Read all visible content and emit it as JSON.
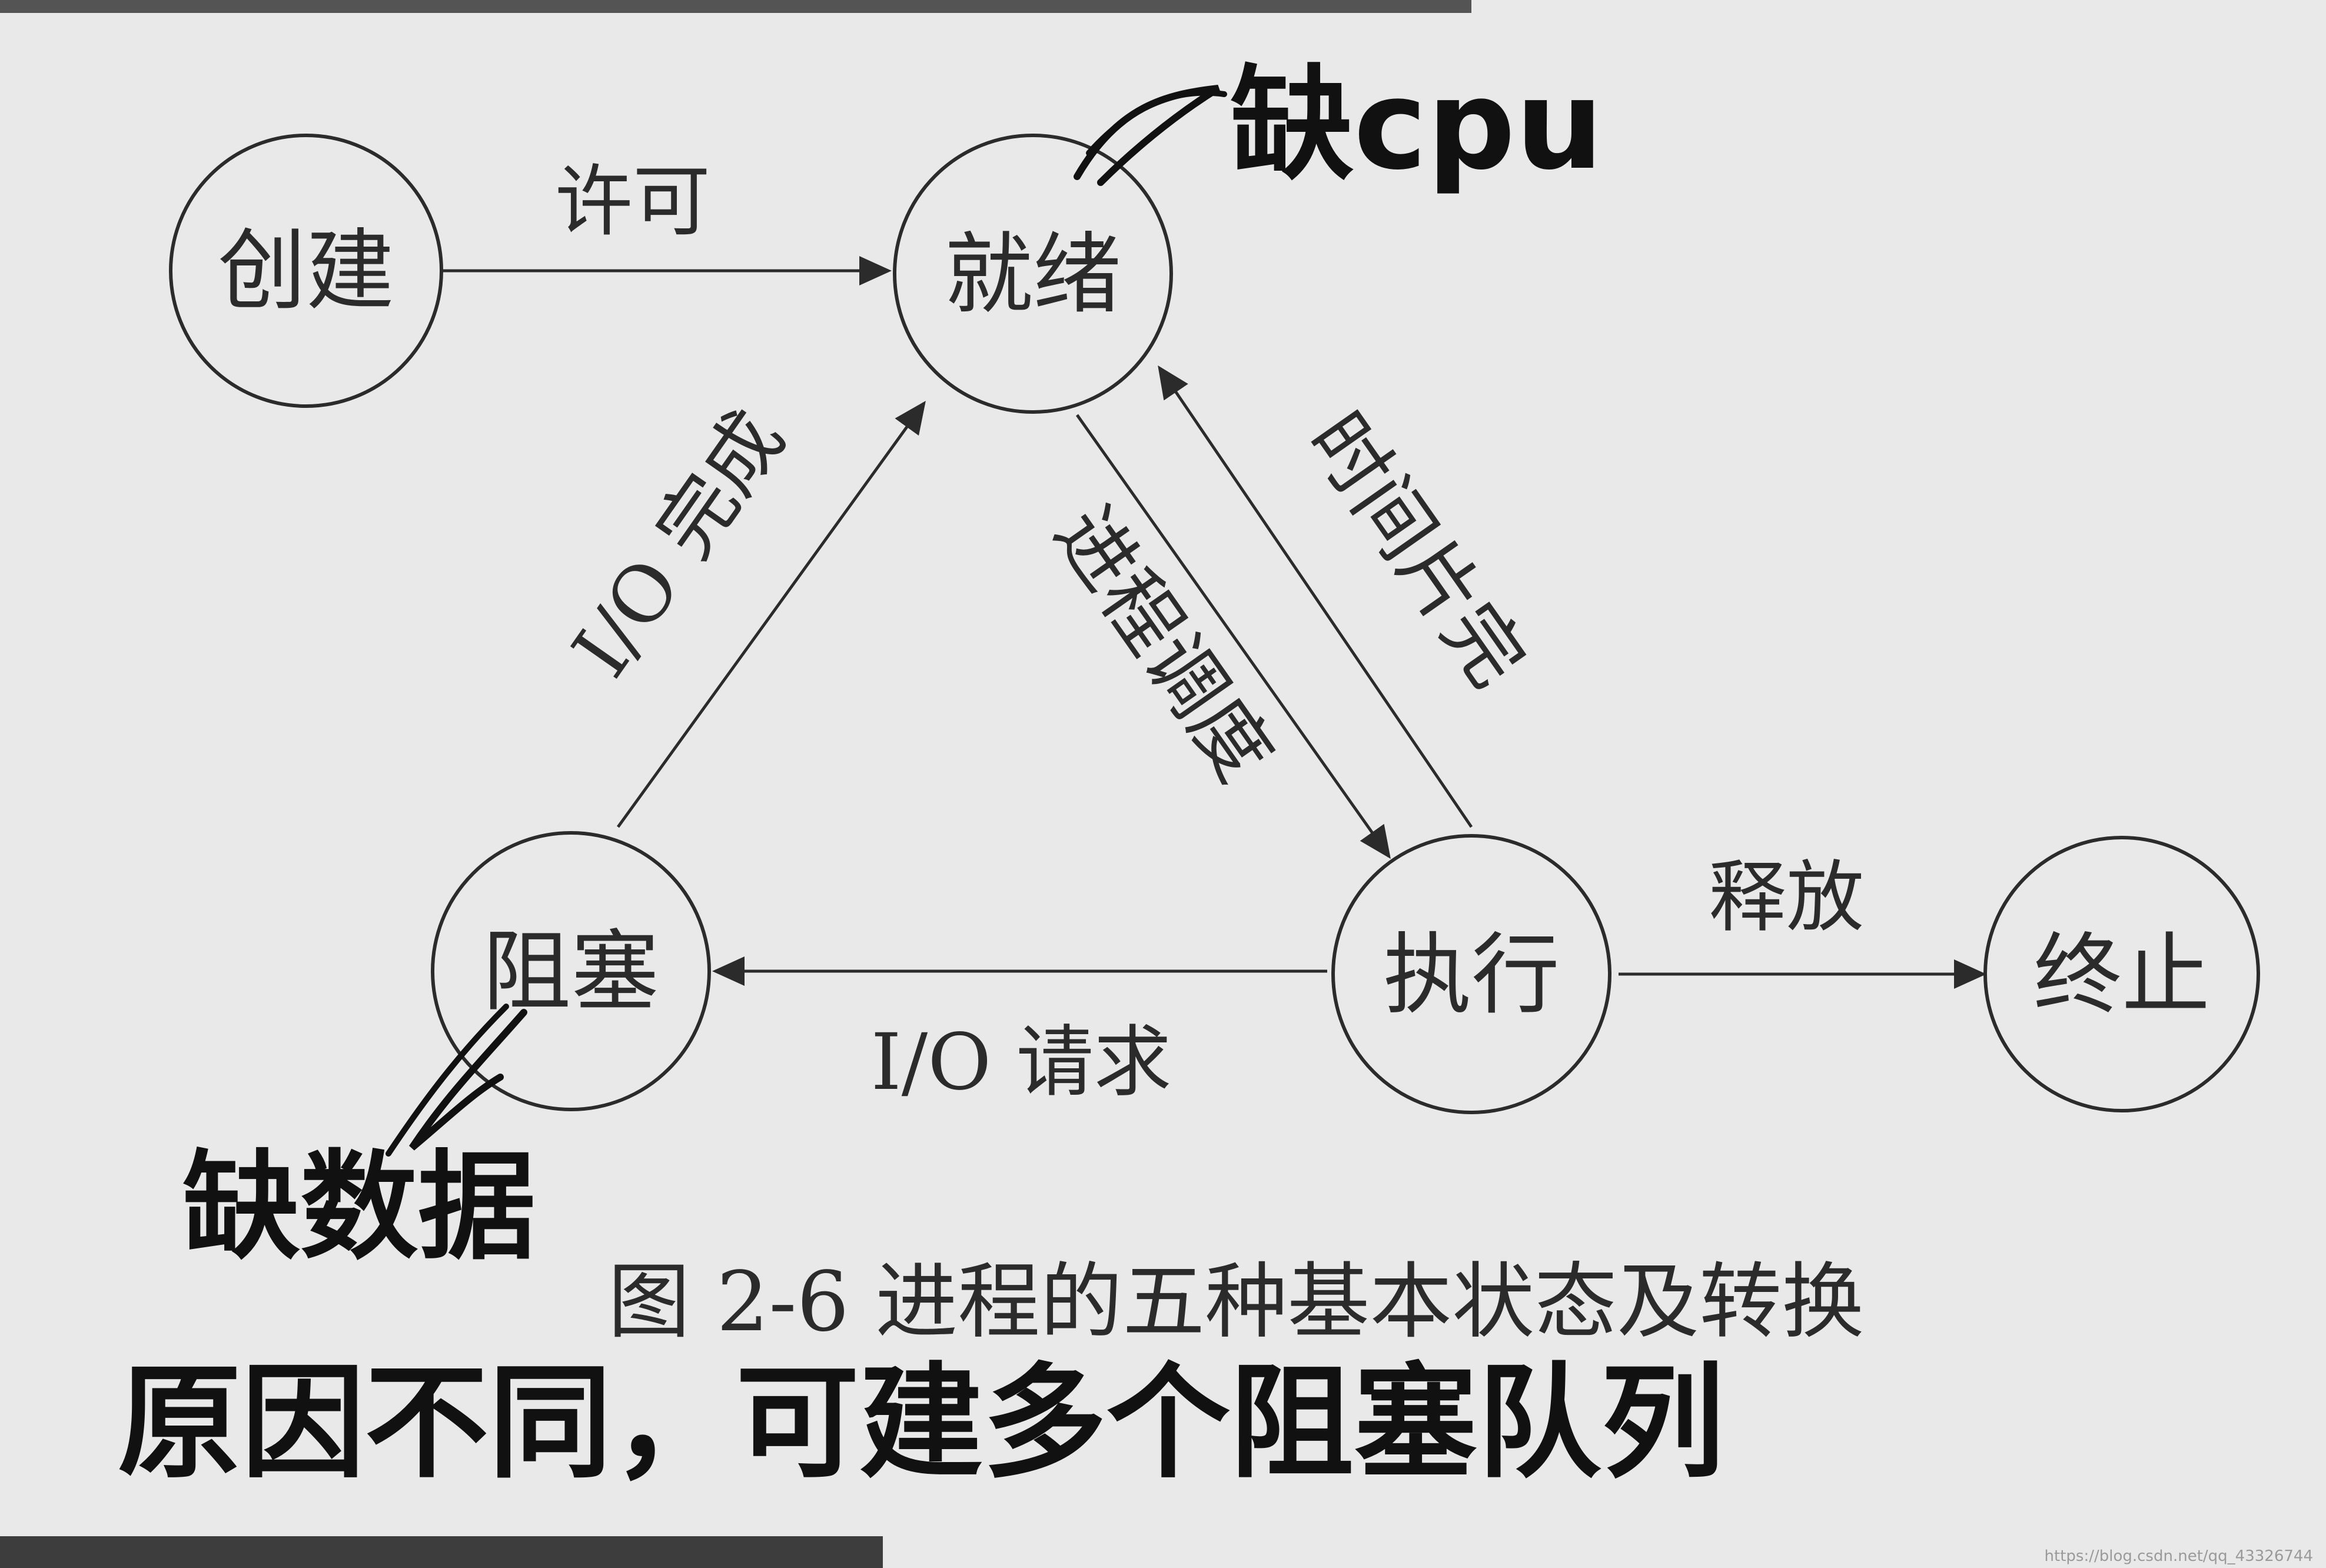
{
  "diagram": {
    "nodes": [
      {
        "id": "create",
        "label": "创建"
      },
      {
        "id": "ready",
        "label": "就绪"
      },
      {
        "id": "run",
        "label": "执行"
      },
      {
        "id": "block",
        "label": "阻塞"
      },
      {
        "id": "terminate",
        "label": "终止"
      }
    ],
    "edges": [
      {
        "from": "create",
        "to": "ready",
        "label": "许可"
      },
      {
        "from": "ready",
        "to": "run",
        "label": "进程调度"
      },
      {
        "from": "run",
        "to": "ready",
        "label": "时间片完"
      },
      {
        "from": "run",
        "to": "block",
        "label": "I/O 请求"
      },
      {
        "from": "block",
        "to": "ready",
        "label": "I/O 完成"
      },
      {
        "from": "run",
        "to": "terminate",
        "label": "释放"
      }
    ],
    "caption": "图 2-6  进程的五种基本状态及转换"
  },
  "annotations": {
    "ready_note": "缺cpu",
    "block_note": "缺数据",
    "footnote": "原因不同，可建多个阻塞队列"
  },
  "watermark": "https://blog.csdn.net/qq_43326744",
  "colors": {
    "paper": "#e9e9e9",
    "ink": "#2b2b2b",
    "handwriting": "#111111"
  }
}
